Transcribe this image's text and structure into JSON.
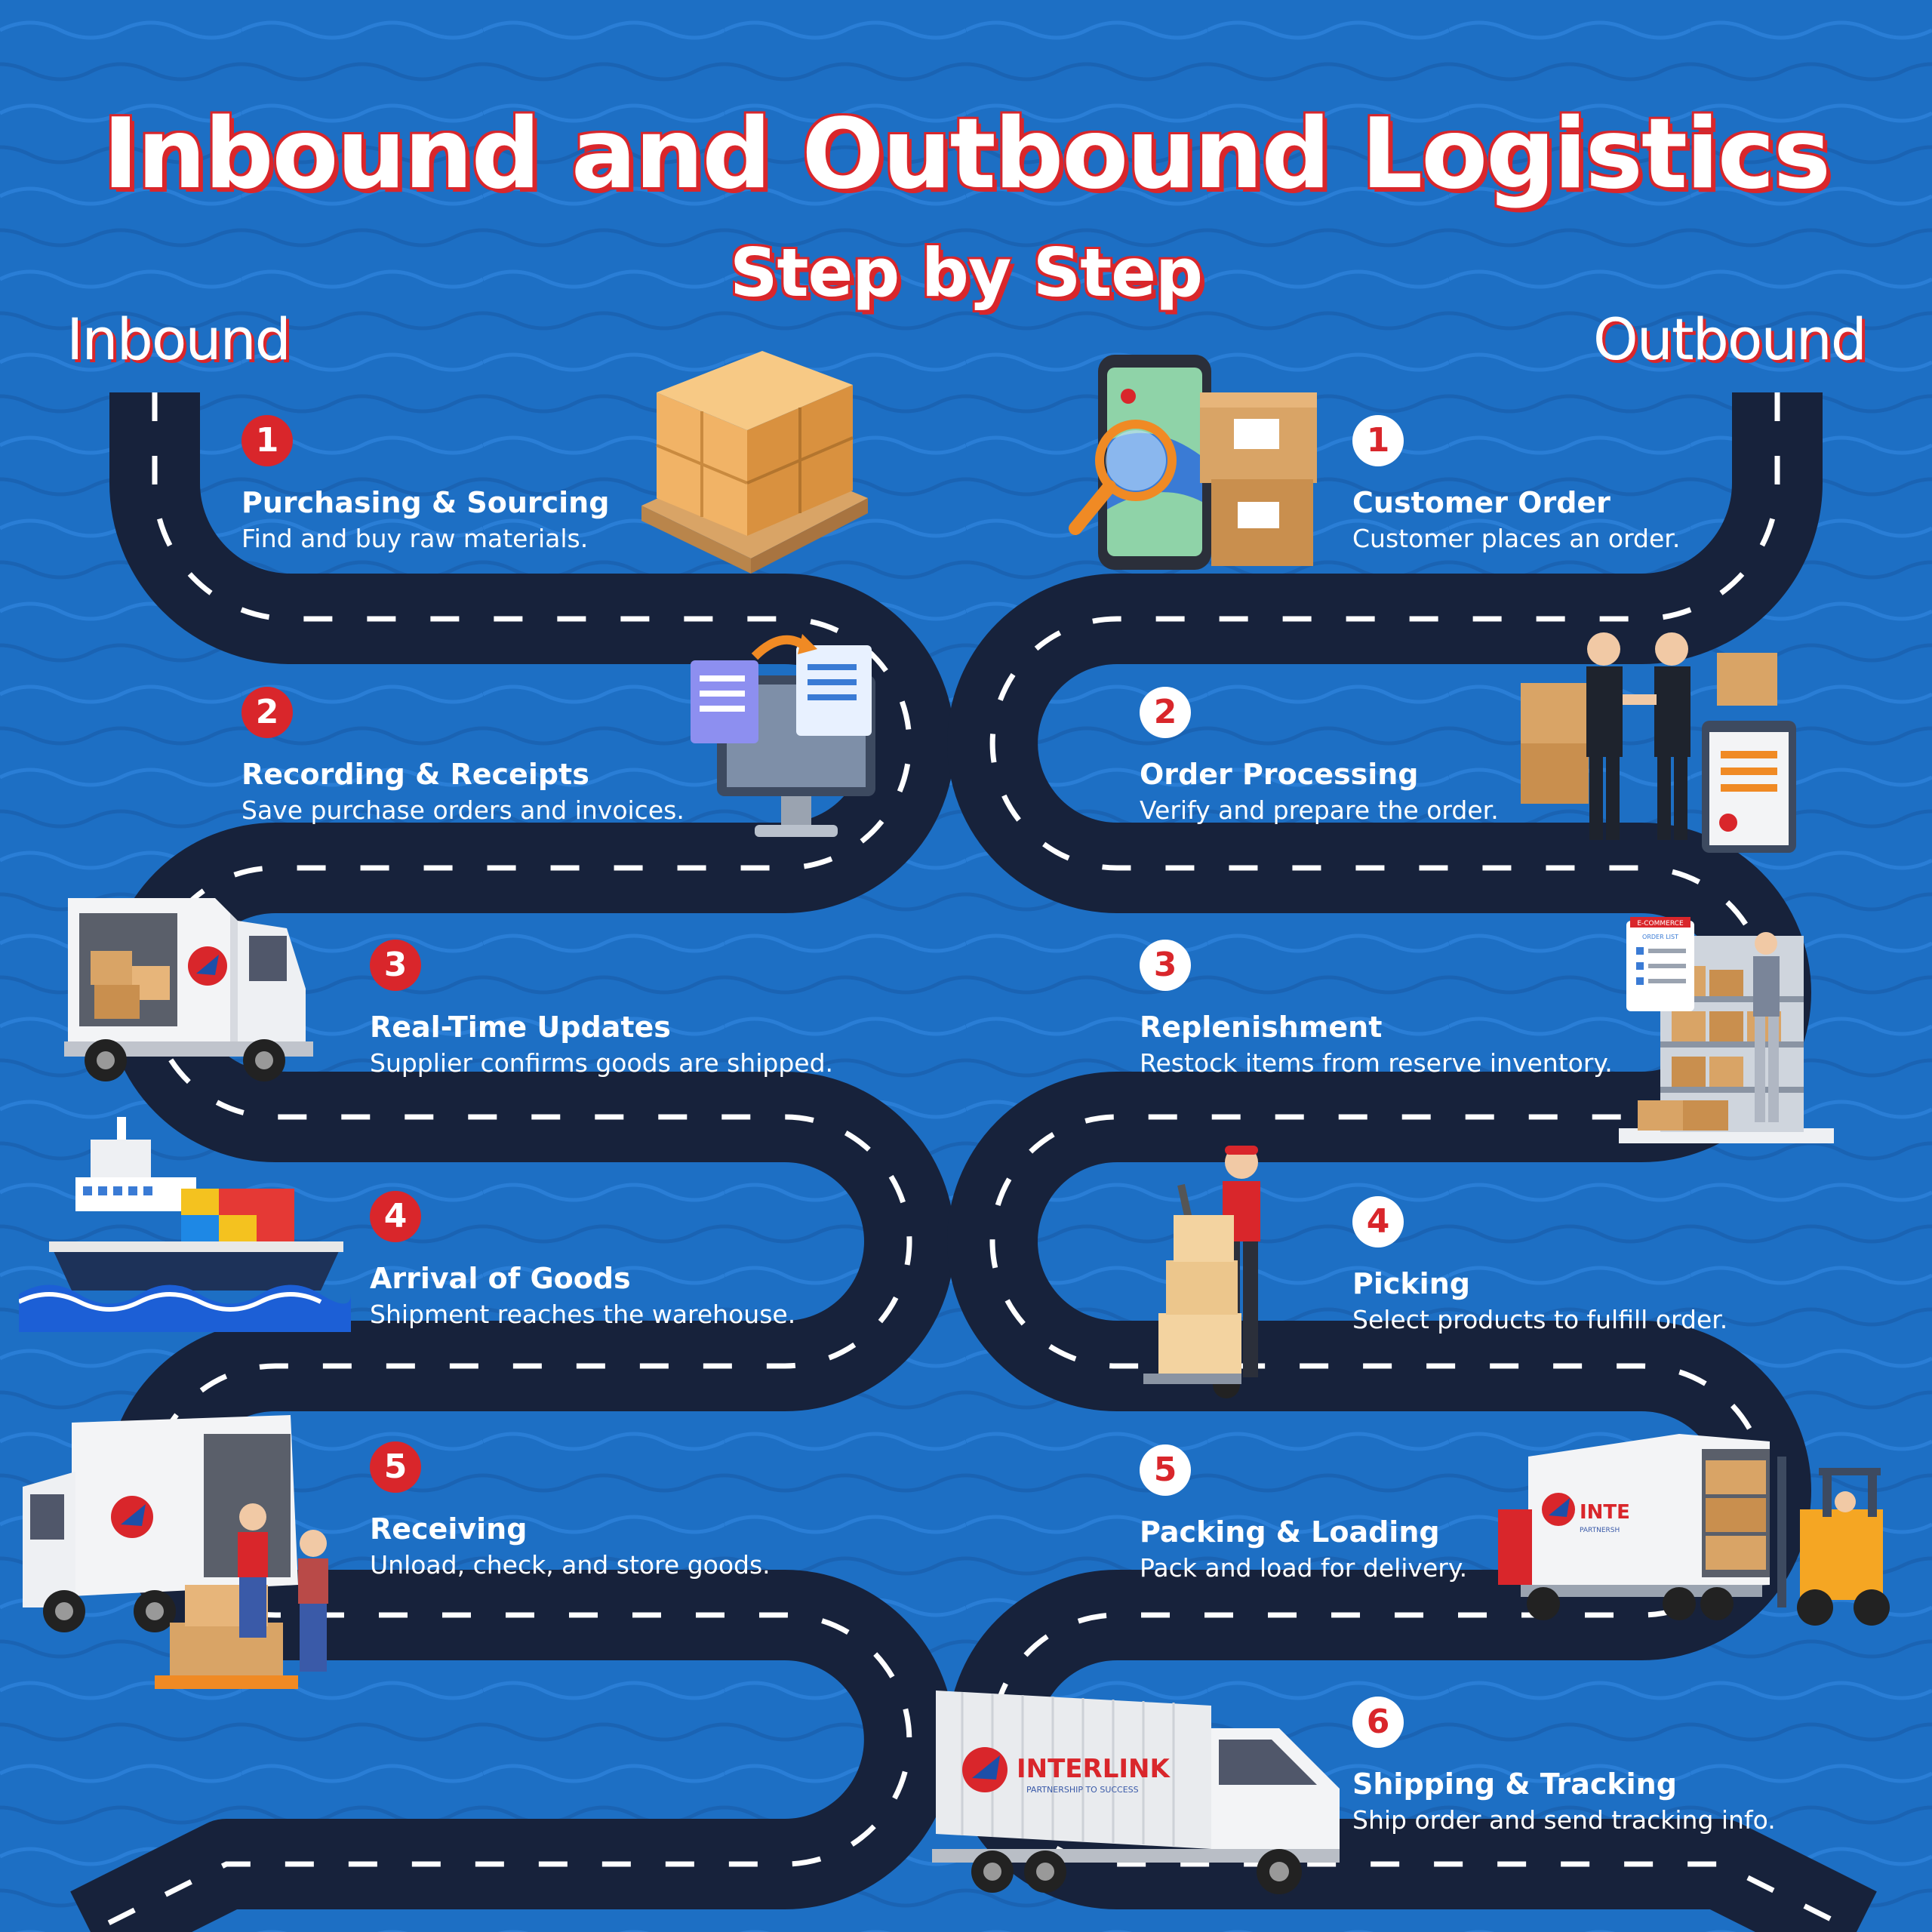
{
  "title": "Inbound and Outbound Logistics",
  "subtitle": "Step by Step",
  "inbound_label": "Inbound",
  "outbound_label": "Outbound",
  "colors": {
    "background": "#1d6fc4",
    "road": "#17223b",
    "accent": "#d9262b",
    "text": "#ffffff"
  },
  "inbound_steps": [
    {
      "number": "1",
      "title": "Purchasing & Sourcing",
      "description": "Find and buy raw materials.",
      "icon": "pallet-boxes-icon"
    },
    {
      "number": "2",
      "title": "Recording & Receipts",
      "description": "Save purchase orders and invoices.",
      "icon": "computer-documents-icon"
    },
    {
      "number": "3",
      "title": "Real-Time Updates",
      "description": "Supplier confirms goods are shipped.",
      "icon": "delivery-van-icon"
    },
    {
      "number": "4",
      "title": "Arrival of Goods",
      "description": "Shipment reaches the warehouse.",
      "icon": "cargo-ship-icon"
    },
    {
      "number": "5",
      "title": "Receiving",
      "description": "Unload, check, and store goods.",
      "icon": "unloading-truck-icon"
    }
  ],
  "outbound_steps": [
    {
      "number": "1",
      "title": "Customer Order",
      "description": "Customer places an order.",
      "icon": "phone-map-boxes-icon"
    },
    {
      "number": "2",
      "title": "Order Processing",
      "description": "Verify and prepare the order.",
      "icon": "handshake-clipboard-icon"
    },
    {
      "number": "3",
      "title": "Replenishment",
      "description": "Restock items from reserve inventory.",
      "icon": "warehouse-shelf-icon"
    },
    {
      "number": "4",
      "title": "Picking",
      "description": "Select products to fulfill order.",
      "icon": "hand-truck-worker-icon"
    },
    {
      "number": "5",
      "title": "Packing & Loading",
      "description": "Pack and load for delivery.",
      "icon": "forklift-trailer-icon"
    },
    {
      "number": "6",
      "title": "Shipping & Tracking",
      "description": "Ship order and send tracking info.",
      "icon": "box-truck-icon"
    }
  ],
  "illustrations": {
    "ecommerce_sign": "E-COMMERCE",
    "order_list": "ORDER LIST",
    "brand_name": "INTERLINK",
    "brand_tagline": "PARTNERSHIP TO SUCCESS",
    "brand_partial": "INTE",
    "brand_partial_tagline": "PARTNERSH"
  }
}
